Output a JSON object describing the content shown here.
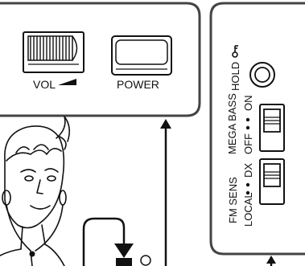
{
  "top_panel": {
    "volume_label": "VOL",
    "power_label": "POWER"
  },
  "side_panel": {
    "hold_label": "HOLD",
    "mega_bass_title": "MEGA BASS",
    "mega_bass_on": "ON",
    "mega_bass_off": "OFF",
    "fm_sens_title": "FM SENS",
    "fm_sens_dx": "DX",
    "fm_sens_local": "LOCAL"
  },
  "colors": {
    "line": "#111111",
    "panel_stroke": "#444444",
    "fill": "#ffffff"
  }
}
